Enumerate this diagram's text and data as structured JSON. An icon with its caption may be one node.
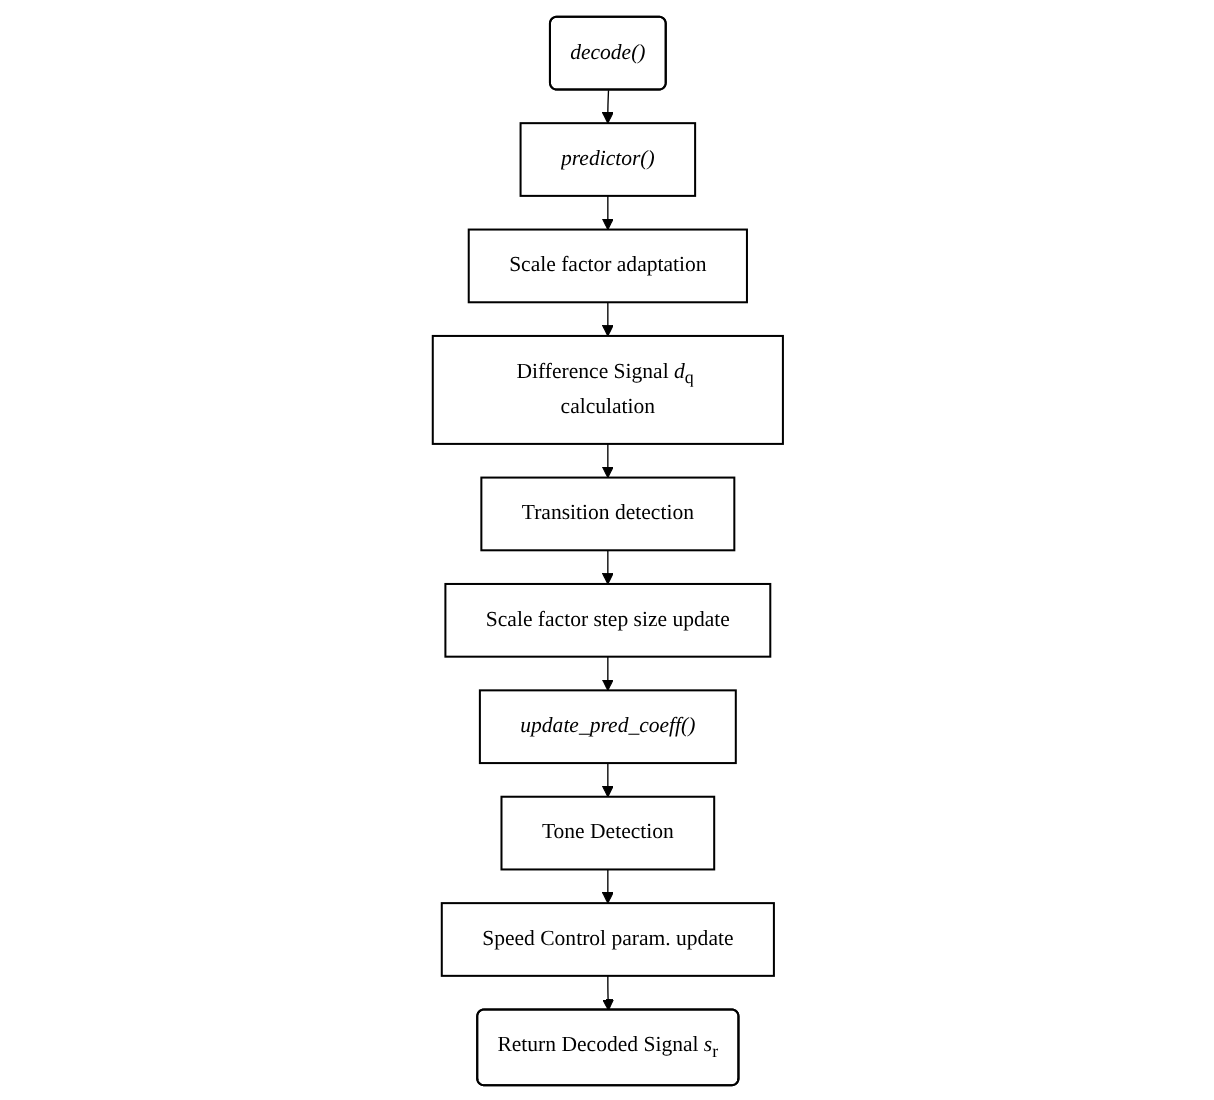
{
  "diagram": {
    "nodes": [
      {
        "text": [
          "decode()"
        ]
      },
      {
        "text": [
          "predictor()"
        ]
      },
      {
        "text": [
          "Scale factor adaptation"
        ]
      },
      {
        "text": [
          "Difference Signal *d*$_{q}$ calculation"
        ]
      },
      {
        "text": [
          "Transition detection"
        ]
      },
      {
        "text": [
          "Scale factor step size update"
        ]
      },
      {
        "text": [
          "update_pred_coeff()"
        ]
      },
      {
        "text": [
          "Tone Detection"
        ]
      },
      {
        "text": [
          "Speed Control param. update"
        ]
      },
      {
        "text": [
          "Return Decoded Signal *s*$_{r}$"
        ]
      }
    ],
    "edges": [
      {
        "from": 0,
        "to": 1,
        "arrow": "to"
      },
      {
        "from": 1,
        "to": 2,
        "arrow": "to"
      },
      {
        "from": 2,
        "to": 3,
        "arrow": "to"
      },
      {
        "from": 3,
        "to": 4,
        "arrow": "to"
      },
      {
        "from": 4,
        "to": 5,
        "arrow": "to"
      },
      {
        "from": 5,
        "to": 6,
        "arrow": "to"
      },
      {
        "from": 6,
        "to": 7,
        "arrow": "to"
      },
      {
        "from": 7,
        "to": 8,
        "arrow": "to"
      },
      {
        "from": 8,
        "to": 9,
        "arrow": "to"
      }
    ]
  }
}
